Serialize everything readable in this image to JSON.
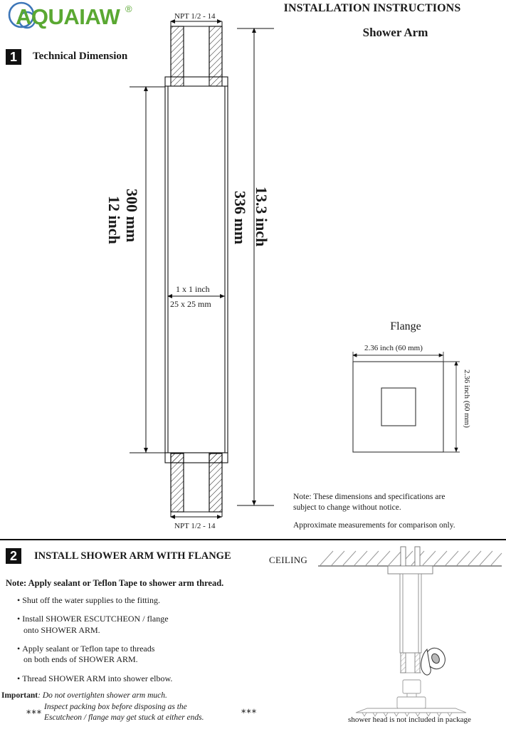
{
  "brand": {
    "name": "AQUAIAW",
    "registered_mark": "®",
    "circle_color": "#3d76b8",
    "text_color": "#5aa832"
  },
  "header": {
    "title": "INSTALLATION INSTRUCTIONS",
    "subtitle": "Shower Arm"
  },
  "section1": {
    "number": "1",
    "title": "Technical Dimension",
    "arm_drawing": {
      "thread_top_label": "NPT 1/2 - 14",
      "thread_bottom_label": "NPT 1/2 - 14",
      "length_inch": "12  inch",
      "length_mm": "300 mm",
      "overall_mm": "336 mm",
      "overall_inch": "13.3 inch",
      "width_inch": "1 x 1 inch",
      "width_mm": "25 x 25 mm"
    },
    "flange": {
      "title": "Flange",
      "width_label": "2.36 inch (60 mm)",
      "height_label": "2.36 inch (60 mm)"
    },
    "notes": [
      "Note: These dimensions and specifications are\nsubject to change without notice.",
      "Approximate measurements for comparison only."
    ]
  },
  "section2": {
    "number": "2",
    "title": "INSTALL SHOWER ARM WITH FLANGE",
    "sealant_note": "Note: Apply sealant or Teflon Tape to shower arm thread.",
    "steps": [
      "Shut off the water supplies to the fitting.",
      "Install SHOWER ESCUTCHEON / flange\nonto SHOWER ARM.",
      "Apply sealant or Teflon tape to threads\non both ends of SHOWER ARM.",
      "Thread SHOWER ARM into shower elbow."
    ],
    "important": {
      "label": "Important",
      "line1": ": Do not overtighten shower arm much.",
      "line2": "Inspect packing box before disposing as the",
      "line3": "Escutcheon / flange may get stuck at either ends.",
      "stars_left": "∗∗∗",
      "stars_right": "∗∗∗"
    },
    "illustration": {
      "ceiling_label": "CEILING",
      "caption": "shower  head is not included in package"
    }
  }
}
